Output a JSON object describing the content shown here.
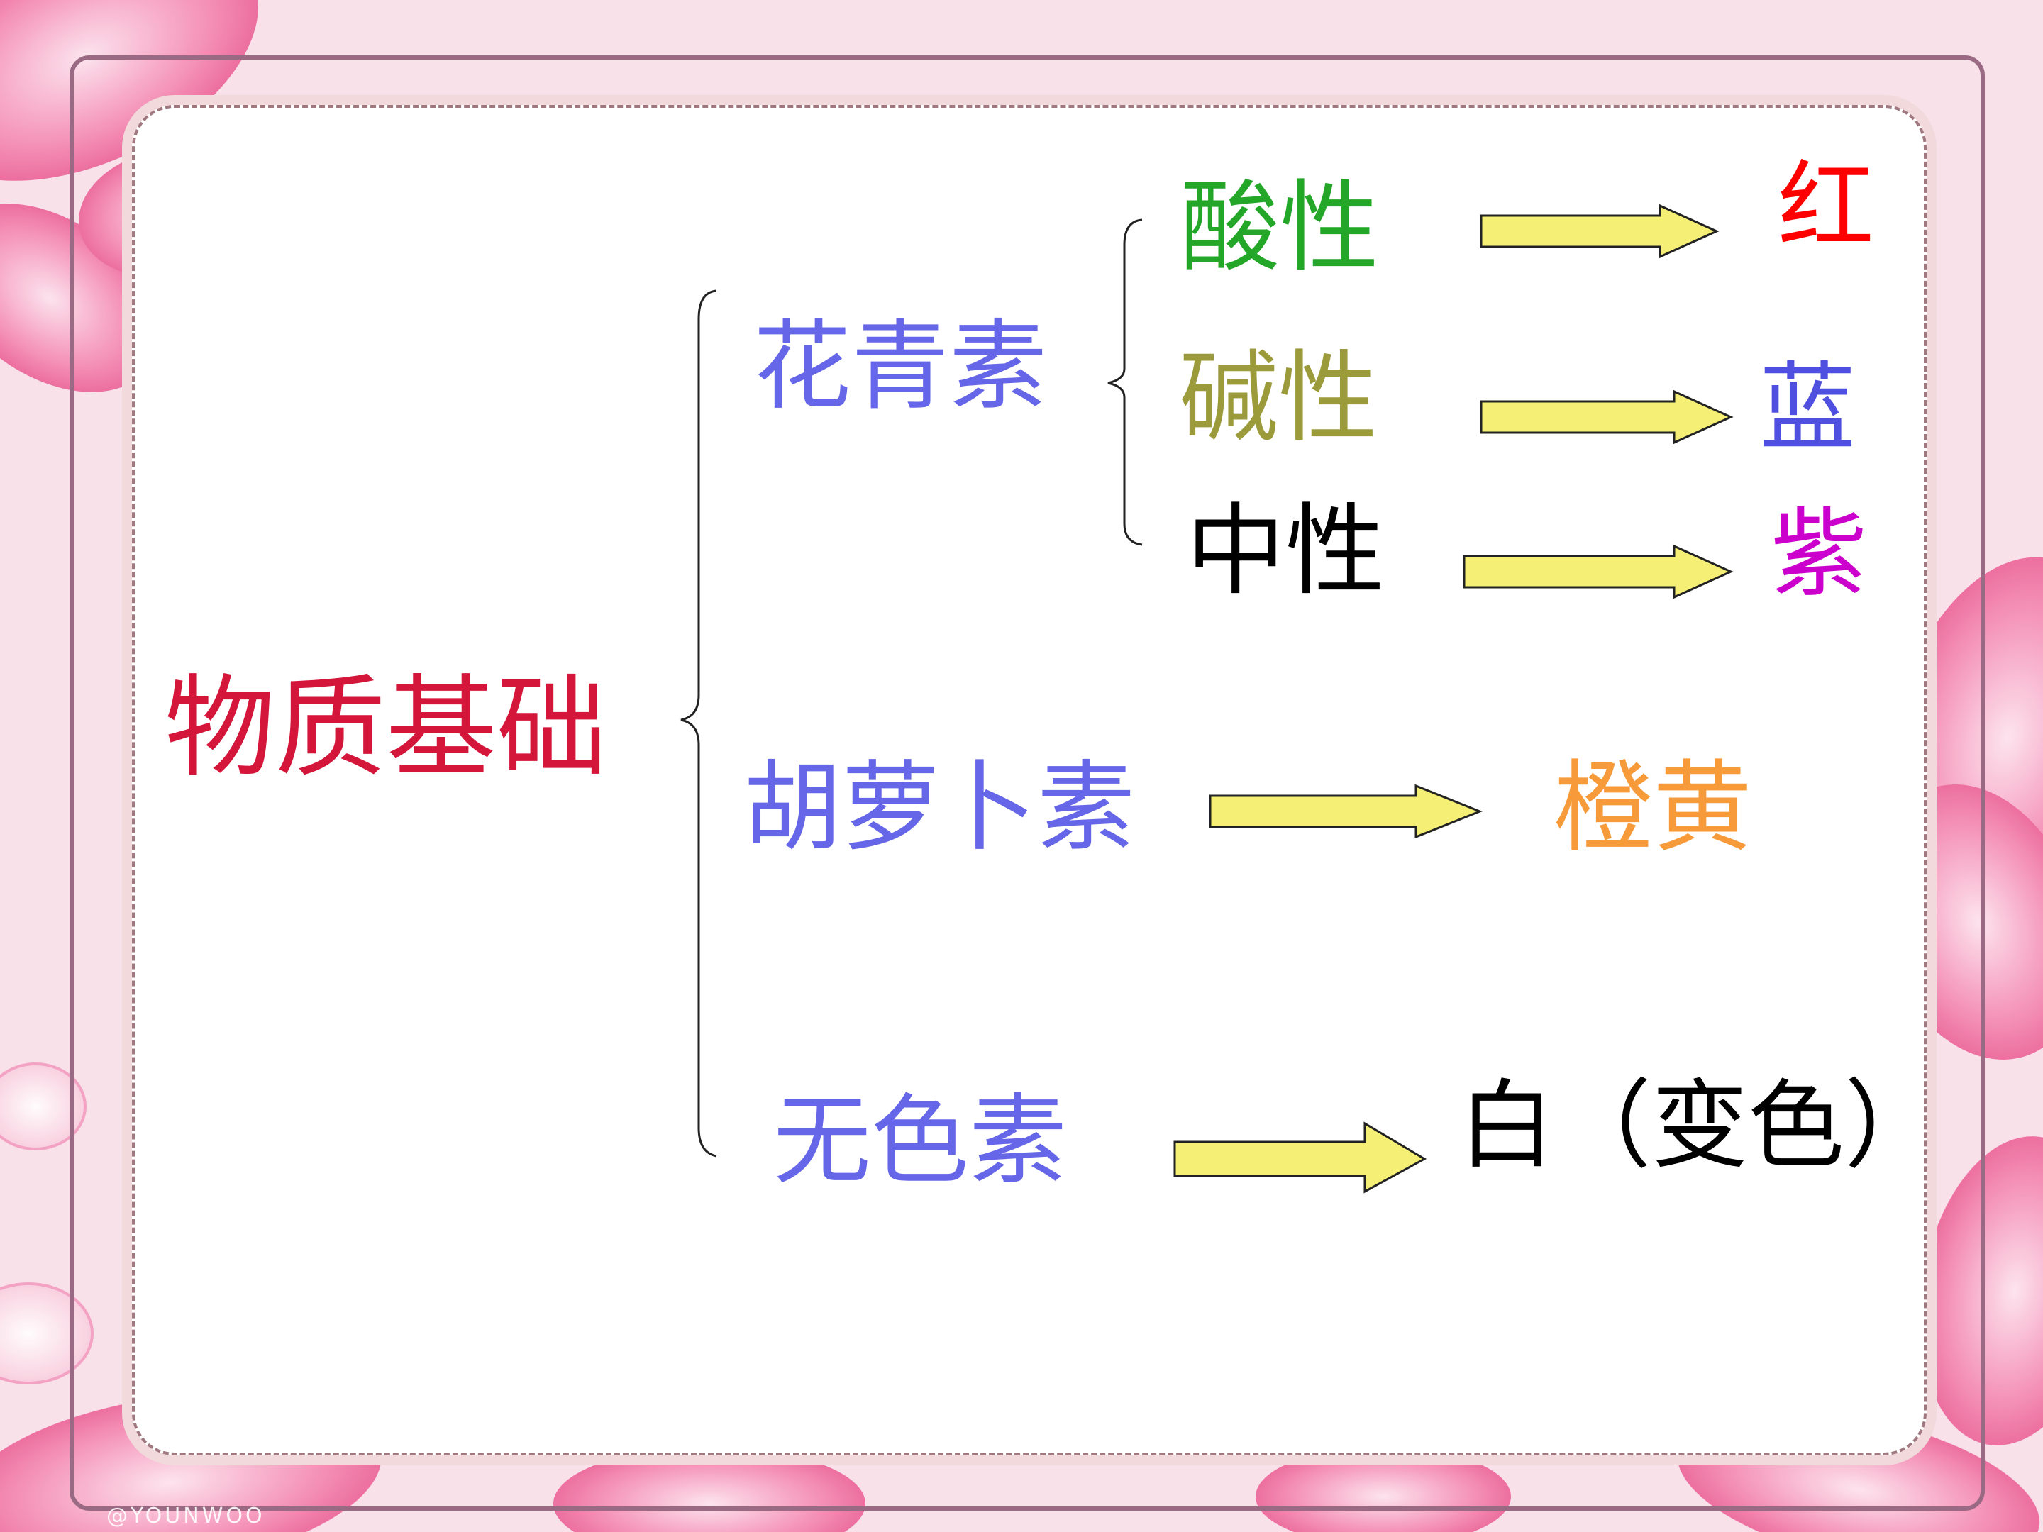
{
  "diagram": {
    "root": "物质基础",
    "branches": [
      {
        "label": "花青素",
        "children": [
          {
            "condition": "酸性",
            "color": "红"
          },
          {
            "condition": "碱性",
            "color": "蓝"
          },
          {
            "condition": "中性",
            "color": "紫"
          }
        ]
      },
      {
        "label": "胡萝卜素",
        "color": "橙黄"
      },
      {
        "label": "无色素",
        "color": "白（变色）"
      }
    ]
  },
  "watermark": "@YOUNWOO",
  "colors": {
    "root": "#d4163b",
    "branch": "#6666e8",
    "acid": "#24a629",
    "base": "#9b9b3b",
    "neutral": "#000000",
    "red": "#ff0000",
    "blue": "#5050e0",
    "purple": "#cc00cc",
    "orange": "#f79a3a",
    "arrow_fill": "#f5f075",
    "arrow_stroke": "#222222",
    "background_petals": "#f07aa6"
  }
}
